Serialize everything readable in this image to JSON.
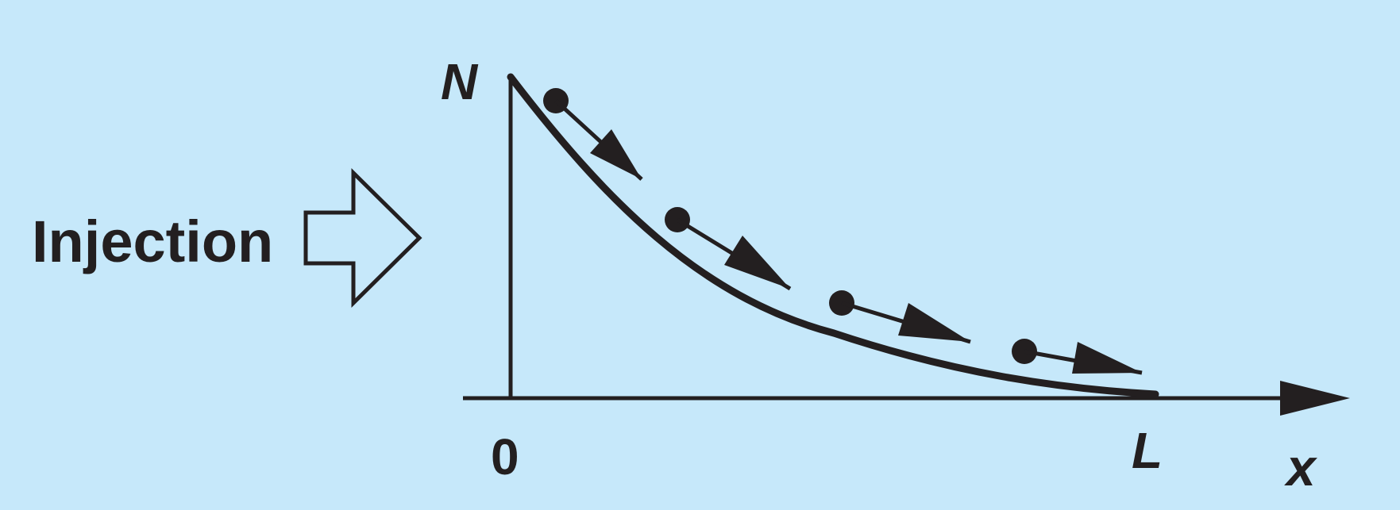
{
  "diagram": {
    "injection_label": "Injection",
    "y_axis_label": "N",
    "x_axis_label": "x",
    "origin_label": "0",
    "end_label": "L"
  },
  "colors": {
    "background": "#c6e8fa",
    "ink": "#231f20",
    "arrow_fill": "#c6e8fa"
  },
  "icons": {
    "injection_arrow": "hollow-right-arrow",
    "carrier": "filled-dot-with-arrow"
  }
}
